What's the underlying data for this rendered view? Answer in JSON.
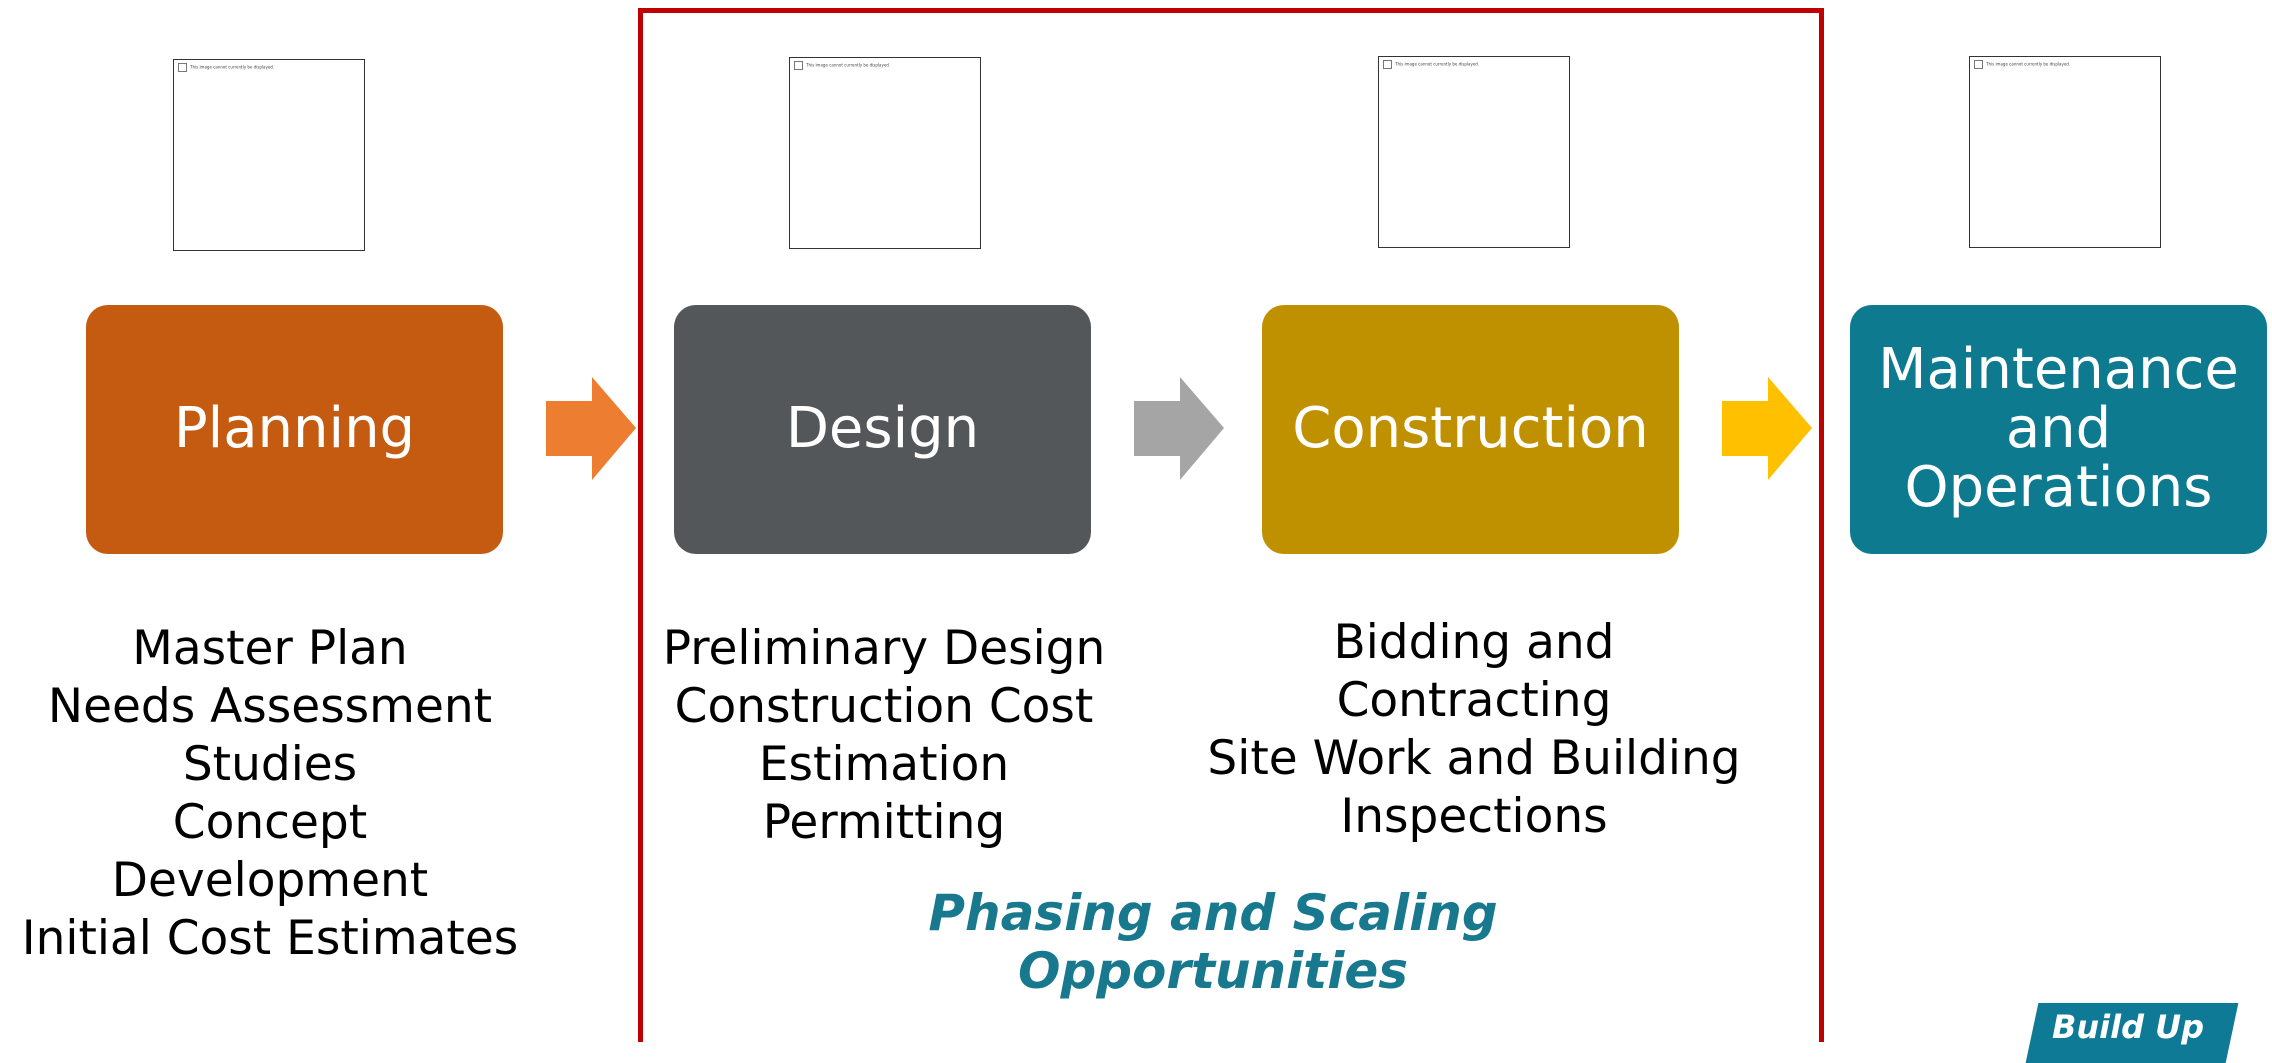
{
  "image_placeholders": {
    "text": "This image cannot currently be displayed."
  },
  "phases": [
    {
      "label": "Planning",
      "color": "#c55a11"
    },
    {
      "label": "Design",
      "color": "#54575a"
    },
    {
      "label": "Construction",
      "color": "#bf9000"
    },
    {
      "label_lines": [
        "Maintenance",
        "and",
        "Operations"
      ],
      "color": "#0e7a8f"
    }
  ],
  "arrows": [
    {
      "color": "#ed7d31"
    },
    {
      "color": "#a5a5a5"
    },
    {
      "color": "#ffc000"
    }
  ],
  "descriptions": {
    "planning": [
      "Master Plan",
      "Needs Assessment",
      "Studies",
      "Concept",
      "Development",
      "Initial Cost Estimates"
    ],
    "design": [
      "Preliminary Design",
      "Construction Cost",
      "Estimation",
      "Permitting"
    ],
    "construction": [
      "Bidding and",
      "Contracting",
      "Site Work and Building",
      "Inspections"
    ]
  },
  "highlight": {
    "lines": [
      "Phasing and Scaling",
      "Opportunities"
    ],
    "border_color": "#c00000",
    "text_color": "#17788e"
  },
  "logo": {
    "text": "Build Up",
    "color": "#0e7a95"
  }
}
